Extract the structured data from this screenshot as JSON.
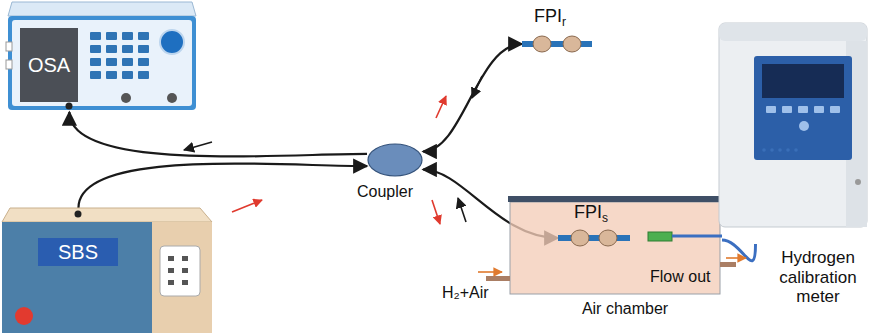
{
  "diagram": {
    "nodes": [
      {
        "text": [
          "OSA"
        ]
      },
      {
        "text": [
          "FPI",
          "r"
        ]
      },
      {
        "text": [
          "Coupler"
        ]
      },
      {
        "text": [
          "SBS"
        ]
      },
      {
        "text": [
          "Air chamber"
        ]
      },
      {
        "text": [
          "FPI",
          "s"
        ],
        "in": 4
      },
      {
        "text": [
          "Hydrogen calibration meter"
        ]
      }
    ],
    "edges": [
      {
        "from": 3,
        "to": 2,
        "arrow": "to"
      },
      {
        "from": 2,
        "to": 0,
        "arrow": "to"
      },
      {
        "from": 2,
        "to": 1,
        "arrow": "both"
      },
      {
        "from": 2,
        "to": 5,
        "arrow": "both"
      },
      {
        "from": 4,
        "to": 6,
        "arrow": "none"
      }
    ],
    "labels": [
      "H₂+Air",
      "Flow out"
    ]
  }
}
